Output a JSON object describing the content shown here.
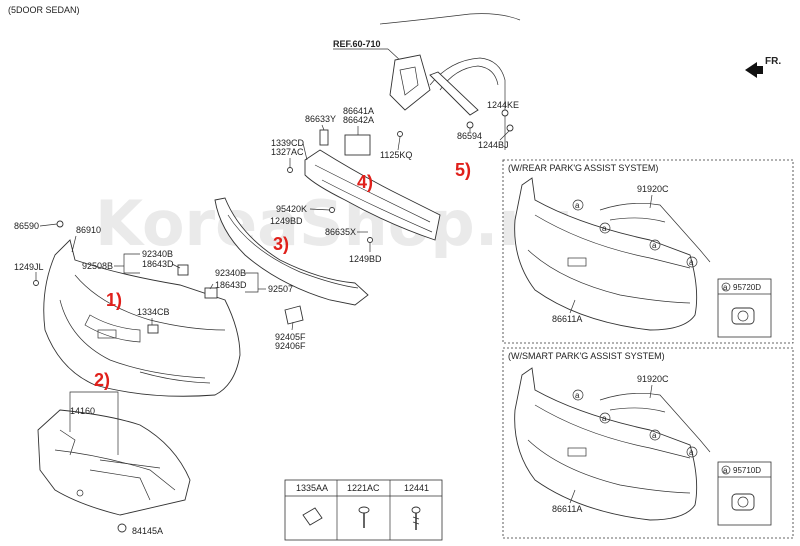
{
  "header": {
    "variant": "(5DOOR SEDAN)"
  },
  "watermark": "KoreaShop.ru",
  "direction": {
    "label": "FR."
  },
  "ref": {
    "label": "REF.60-710"
  },
  "markers": [
    "1)",
    "2)",
    "3)",
    "4)",
    "5)"
  ],
  "labels": {
    "p86590": "86590",
    "p86910": "86910",
    "p1249JL": "1249JL",
    "p92340B_a": "92340B",
    "p92508B": "92508B",
    "p18643D_a": "18643D",
    "p92340B_b": "92340B",
    "p18643D_b": "18643D",
    "p92507": "92507",
    "p1334CB": "1334CB",
    "p92405F": "92405F",
    "p92406F": "92406F",
    "p14160": "14160",
    "p84145A": "84145A",
    "p95420K": "95420K",
    "p1249BD_a": "1249BD",
    "p86635X": "86635X",
    "p1249BD_b": "1249BD",
    "p1339CD": "1339CD",
    "p1327AC": "1327AC",
    "p86633Y": "86633Y",
    "p86641A": "86641A",
    "p86642A": "86642A",
    "p1125KQ": "1125KQ",
    "p86594": "86594",
    "p1244KE": "1244KE",
    "p1244BJ": "1244BJ"
  },
  "panels": {
    "rear": {
      "title": "(W/REAR PARK'G ASSIST SYSTEM)",
      "harness": "91920C",
      "bumper": "86611A",
      "sensor": "95720D",
      "callout": "a"
    },
    "smart": {
      "title": "(W/SMART PARK'G ASSIST SYSTEM)",
      "harness": "91920C",
      "bumper": "86611A",
      "sensor": "95710D",
      "callout": "a"
    }
  },
  "fasteners": {
    "headers": [
      "1335AA",
      "1221AC",
      "12441"
    ]
  }
}
